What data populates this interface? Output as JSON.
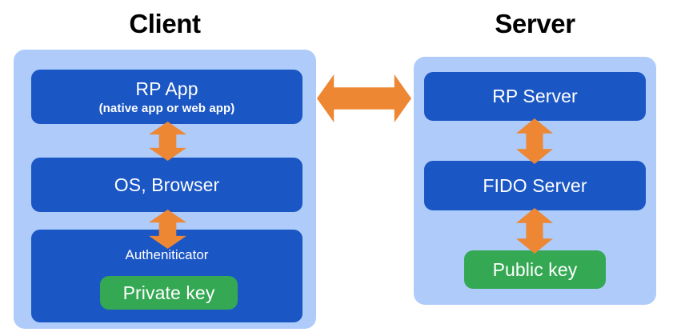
{
  "diagram": {
    "title_client": "Client",
    "title_server": "Server",
    "colors": {
      "background": "#ffffff",
      "panel": "#aecbfa",
      "box": "#1a56c4",
      "key_pill": "#34a853",
      "arrow": "#ed8733",
      "title_text": "#000000",
      "box_text": "#ffffff"
    }
  },
  "client": {
    "label": "Client",
    "boxes": [
      {
        "id": "rp-app",
        "title": "RP App",
        "subtitle": "(native app or web app)"
      },
      {
        "id": "os-browser",
        "title": "OS, Browser",
        "subtitle": ""
      },
      {
        "id": "authenticator",
        "title": "Autheniticator",
        "subtitle": "",
        "key_pill": "Private key"
      }
    ]
  },
  "server": {
    "label": "Server",
    "boxes": [
      {
        "id": "rp-server",
        "title": "RP Server"
      },
      {
        "id": "fido-server",
        "title": "FIDO Server"
      }
    ],
    "key_pill": "Public key"
  },
  "arrows": [
    {
      "id": "rpapp-os",
      "from": "RP App",
      "to": "OS, Browser",
      "direction": "bidirectional",
      "orientation": "vertical"
    },
    {
      "id": "os-auth",
      "from": "OS, Browser",
      "to": "Autheniticator",
      "direction": "bidirectional",
      "orientation": "vertical"
    },
    {
      "id": "client-server",
      "from": "RP App",
      "to": "RP Server",
      "direction": "bidirectional",
      "orientation": "horizontal"
    },
    {
      "id": "rps-fido",
      "from": "RP Server",
      "to": "FIDO Server",
      "direction": "bidirectional",
      "orientation": "vertical"
    },
    {
      "id": "fido-pub",
      "from": "FIDO Server",
      "to": "Public key",
      "direction": "bidirectional",
      "orientation": "vertical"
    }
  ]
}
